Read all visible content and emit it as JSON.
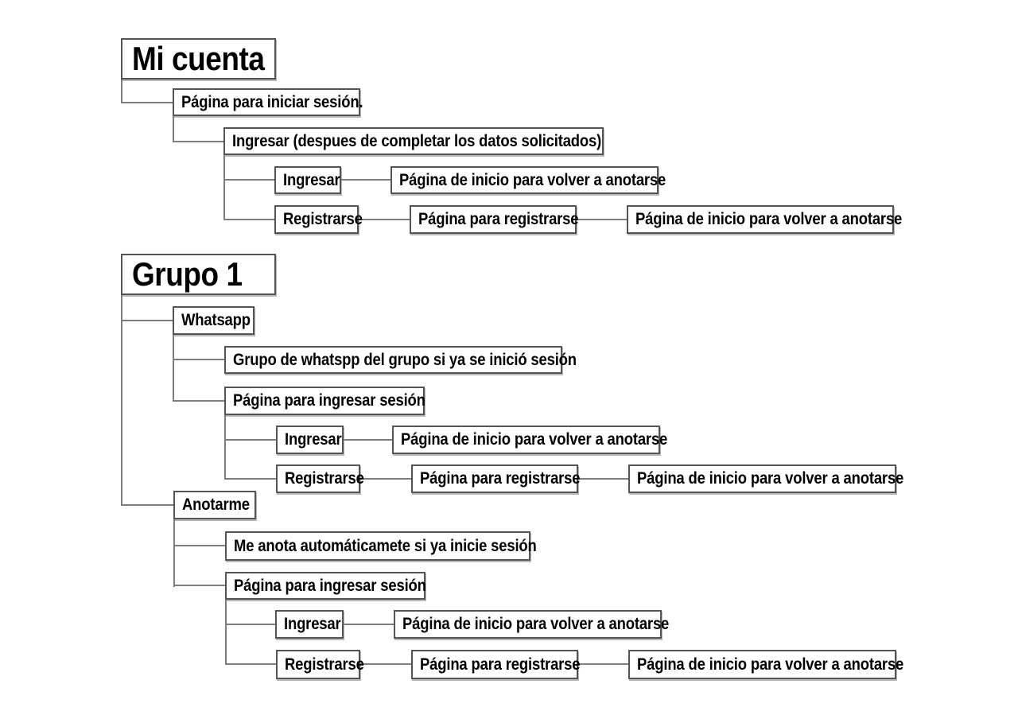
{
  "page": {
    "background": "#ffffff"
  },
  "colors": {
    "box_border": "#545454",
    "connector_line": "#7d7d7d",
    "text": "#000000",
    "box_background": "#ffffff"
  },
  "sections": [
    {
      "title": "Mi cuenta",
      "children": [
        {
          "label": "Página para iniciar sesión.",
          "children": [
            {
              "label": "Ingresar (despues de completar los datos solicitados)",
              "children": [
                {
                  "label": "Ingresar",
                  "flow": [
                    {
                      "label": "Página de inicio para volver a anotarse"
                    }
                  ]
                },
                {
                  "label": "Registrarse",
                  "flow": [
                    {
                      "label": "Página para registrarse"
                    },
                    {
                      "label": "Página de inicio para volver a anotarse"
                    }
                  ]
                }
              ]
            }
          ]
        }
      ]
    },
    {
      "title": "Grupo 1",
      "children": [
        {
          "label": "Whatsapp",
          "children": [
            {
              "label": "Grupo de whatspp del grupo si ya se inició sesión"
            },
            {
              "label": "Página para ingresar sesión",
              "children": [
                {
                  "label": "Ingresar",
                  "flow": [
                    {
                      "label": "Página de inicio para volver a anotarse"
                    }
                  ]
                },
                {
                  "label": "Registrarse",
                  "flow": [
                    {
                      "label": "Página para registrarse"
                    },
                    {
                      "label": "Página de inicio para volver a anotarse"
                    }
                  ]
                }
              ]
            }
          ]
        },
        {
          "label": "Anotarme",
          "children": [
            {
              "label": "Me anota automáticamete si ya inicie sesión"
            },
            {
              "label": "Página para ingresar sesión",
              "children": [
                {
                  "label": "Ingresar",
                  "flow": [
                    {
                      "label": "Página de inicio para volver a anotarse"
                    }
                  ]
                },
                {
                  "label": "Registrarse",
                  "flow": [
                    {
                      "label": "Página para registrarse"
                    },
                    {
                      "label": "Página de inicio para volver a anotarse"
                    }
                  ]
                }
              ]
            }
          ]
        }
      ]
    }
  ]
}
